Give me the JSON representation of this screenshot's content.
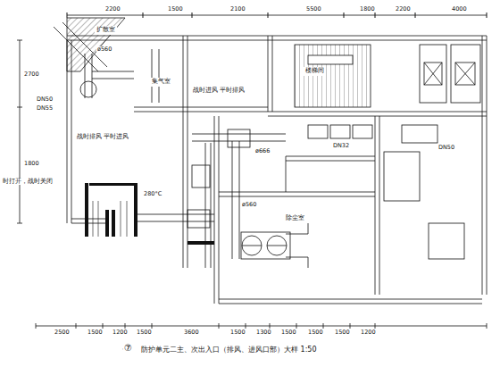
{
  "diagram": {
    "caption": "防护单元二主、次出入口（排风、进风口部）大样 1:50",
    "nodes": [
      {
        "text": [
          "扩散室"
        ]
      },
      {
        "text": [
          "集气室"
        ]
      },
      {
        "text": [
          "楼梯间"
        ]
      },
      {
        "text": [
          "除尘室"
        ]
      }
    ],
    "labels": [
      "2200",
      "1500",
      "2100",
      "5500",
      "1800",
      "2200",
      "4000",
      "2700",
      "1800",
      "时打开，战时关闭",
      "ø560",
      "DN50",
      "DN55",
      "280°C",
      "ø666",
      "ø560",
      "DN32",
      "DN50",
      "战时进风 平时排风",
      "战时排风 平时进风",
      "2500",
      "1500",
      "1200",
      "1500",
      "3600",
      "1500",
      "1300",
      "1500",
      "1500",
      "1500",
      "1200",
      "⑦"
    ]
  }
}
